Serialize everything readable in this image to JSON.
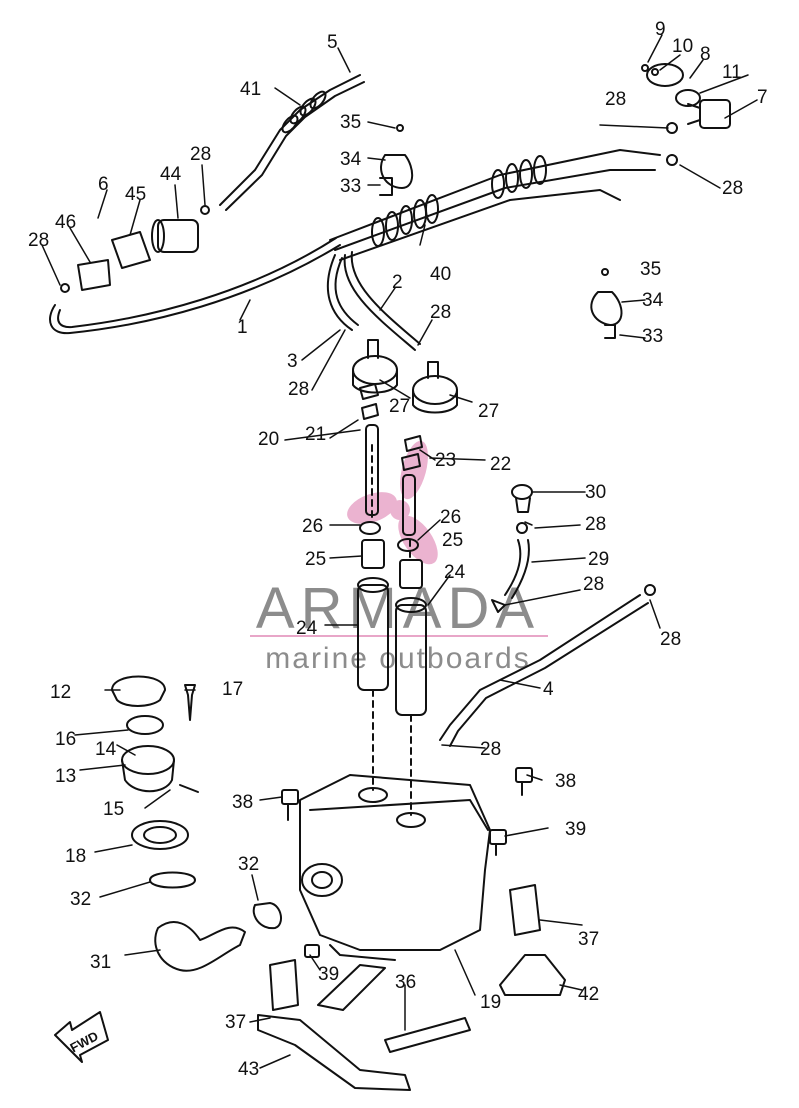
{
  "watermark": {
    "brand": "ARMADA",
    "tagline": "marine outboards",
    "accent": "#e8a6c8",
    "brand_color": "#8c8c8c"
  },
  "fwd_label": "FWD",
  "callouts": [
    "1",
    "2",
    "3",
    "4",
    "5",
    "6",
    "7",
    "8",
    "9",
    "10",
    "11",
    "12",
    "13",
    "14",
    "15",
    "16",
    "17",
    "18",
    "19",
    "20",
    "21",
    "22",
    "23",
    "24",
    "25",
    "26",
    "27",
    "28",
    "29",
    "30",
    "31",
    "32",
    "33",
    "34",
    "35",
    "36",
    "37",
    "38",
    "39",
    "40",
    "41",
    "42",
    "43",
    "44",
    "45",
    "46"
  ]
}
